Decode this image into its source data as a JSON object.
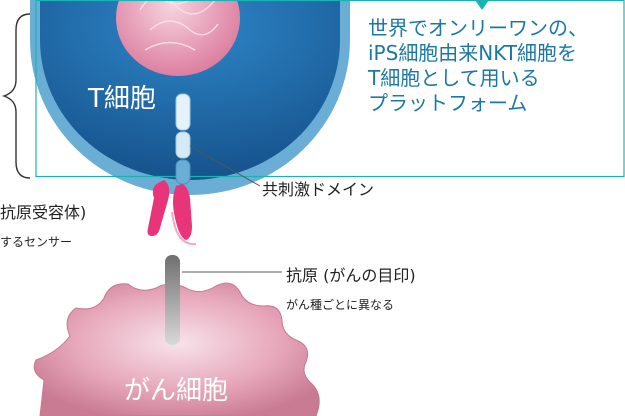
{
  "callout": {
    "lines": [
      "世界でオンリーワンの、",
      "iPS細胞由来NKT細胞を",
      "T細胞として用いる",
      "プラットフォーム"
    ],
    "border_color": "#1ab3b3"
  },
  "t_cell": {
    "label": "T細胞"
  },
  "costimulatory": {
    "label": "共刺激ドメイン"
  },
  "receptor": {
    "label": "抗原受容体)",
    "sublabel": "するセンサー"
  },
  "antigen": {
    "label": "抗原 (がんの目印)",
    "sublabel": "がん種ごとに異なる"
  },
  "cancer_cell": {
    "label": "がん細胞"
  },
  "colors": {
    "t_cell_membrane": "#6aaed6",
    "t_cell_body": "#1f6fb0",
    "nucleus": "#e8a4bc",
    "receptor": "#e8357a",
    "cancer_cell": "#d98aa0",
    "text": "#1b78a6"
  }
}
